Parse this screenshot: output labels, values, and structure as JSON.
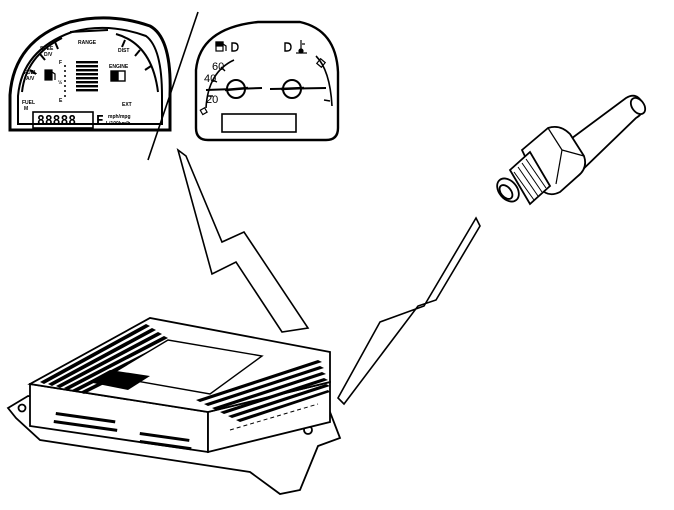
{
  "cluster": {
    "speed_label": "SPEE",
    "speed_sub": "D/V",
    "range_label": "RANGE",
    "dist_label": "DIST",
    "fuel_label": "FUEL",
    "fuel_sub": "A/V",
    "fuel2_label": "FUEL",
    "fuel2_sub": "M",
    "engine_label": "ENGINE",
    "ext_label": "EXT",
    "scale_f": "F",
    "scale_half": "½",
    "scale_e": "E",
    "odometer": "88888",
    "odometer_suffix": "E",
    "unit_top": "mph/mpg",
    "unit_bottom": "L/100km/h"
  },
  "gauge": {
    "scale_60": "60",
    "scale_40": "40",
    "scale_20": "20"
  }
}
